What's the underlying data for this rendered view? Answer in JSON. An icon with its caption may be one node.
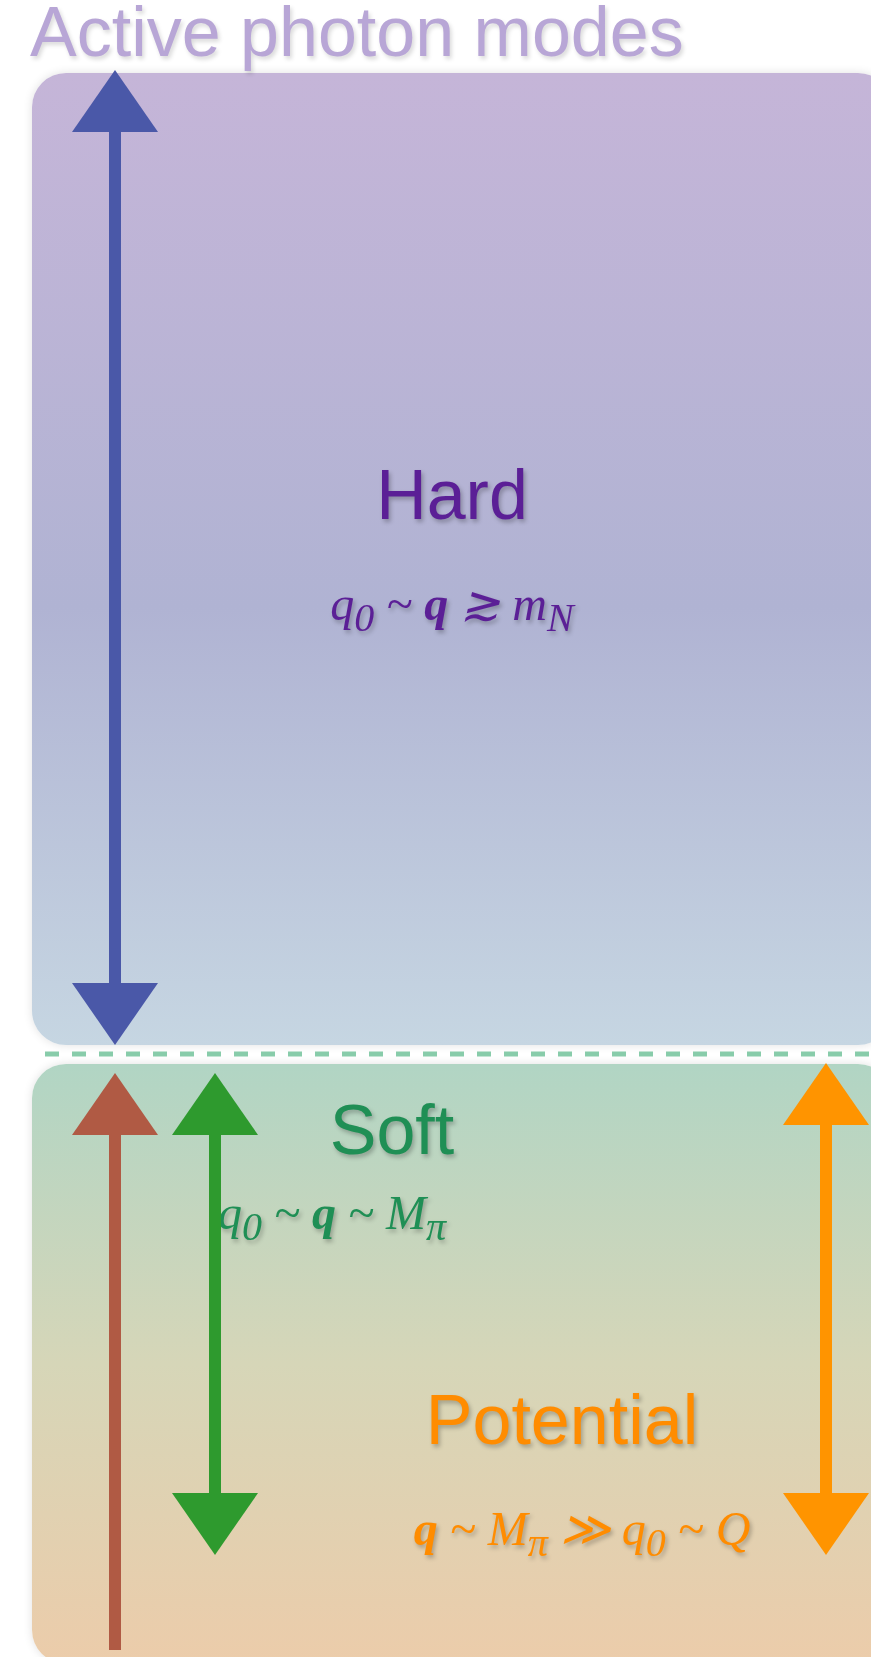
{
  "diagram": {
    "title": "Active photon modes",
    "nodes": [
      {
        "text": [
          "Hard",
          "*q*$_{0}$ ~ **q** ≳ *m*$_{N}$"
        ]
      },
      {
        "text": [
          "Soft",
          "*q*$_{0}$ ~ **q** ~ *M*$_{π}$",
          "Potential",
          "**q** ~ *M*$_{π}$ ≫ *q*$_{0}$ ~ *Q*"
        ]
      }
    ]
  }
}
